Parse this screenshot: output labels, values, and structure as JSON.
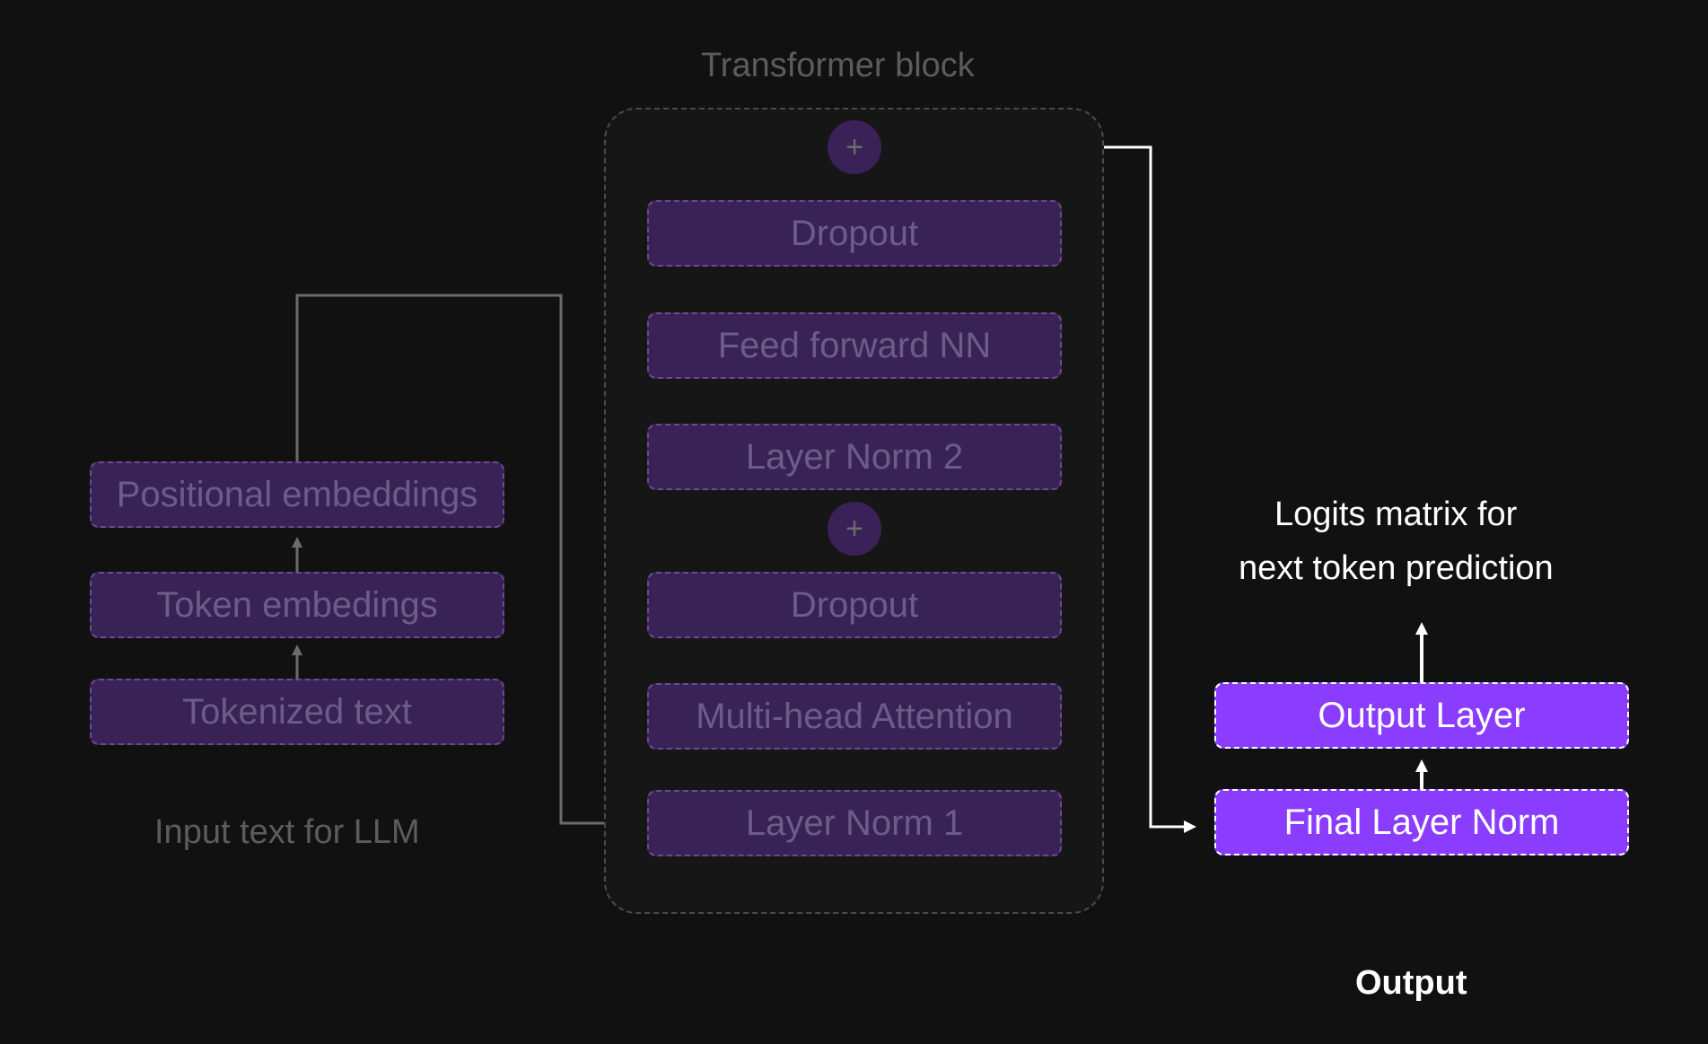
{
  "transformer_block": {
    "title": "Transformer block",
    "layers": {
      "dropout_top": "Dropout",
      "feed_forward": "Feed forward NN",
      "layer_norm_2": "Layer Norm 2",
      "dropout_bottom": "Dropout",
      "multi_head_attention": "Multi-head Attention",
      "layer_norm_1": "Layer Norm 1"
    },
    "residual_symbol": "+"
  },
  "input": {
    "caption": "Input text for LLM",
    "layers": {
      "positional_embeddings": "Positional embeddings",
      "token_embeddings": "Token embedings",
      "tokenized_text": "Tokenized text"
    }
  },
  "output": {
    "caption": "Output",
    "logits_line_1": "Logits matrix for",
    "logits_line_2": "next token prediction",
    "layers": {
      "output_layer": "Output Layer",
      "final_layer_norm": "Final Layer Norm"
    }
  },
  "colors": {
    "background": "#111111",
    "dim_box": "#392356",
    "active_box": "#8a3dff",
    "dim_text": "#6e5c88",
    "dim_arrow": "#6b6b6b",
    "active_arrow": "#ffffff"
  }
}
